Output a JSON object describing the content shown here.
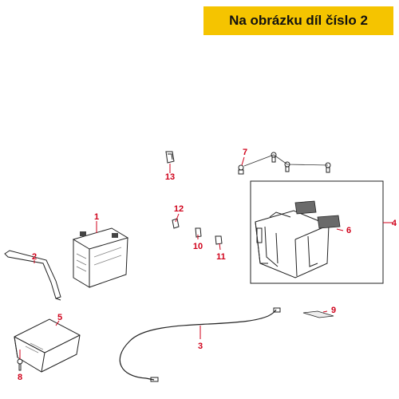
{
  "banner": {
    "text": "Na obrázku díl číslo 2"
  },
  "callouts": [
    "1",
    "2",
    "3",
    "4",
    "5",
    "6",
    "7",
    "8",
    "9",
    "10",
    "11",
    "12",
    "13"
  ],
  "colors": {
    "banner": "#f5c400",
    "callout": "#d0021b",
    "outline": "#222222"
  }
}
